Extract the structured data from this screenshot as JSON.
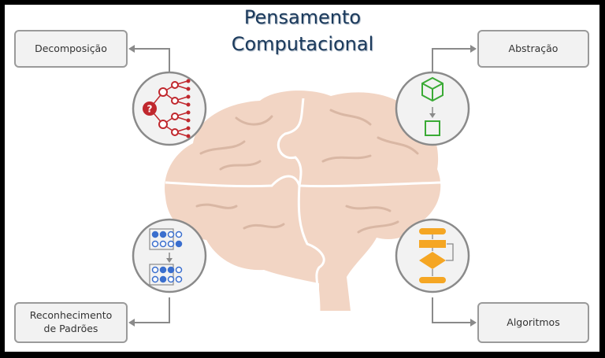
{
  "title": {
    "line1": "Pensamento",
    "line2": "Computacional"
  },
  "concepts": {
    "decomposition": "Decomposição",
    "abstraction": "Abstração",
    "pattern_line1": "Reconhecimento",
    "pattern_line2": "de Padrões",
    "algorithms": "Algoritmos"
  },
  "colors": {
    "brain": "#f2d5c4",
    "brain_lines": "#d9b7a4",
    "decomposition_red": "#c0272d",
    "abstraction_green": "#3aaa35",
    "pattern_blue": "#3b6fce",
    "algorithm_orange": "#f5a623",
    "connector_gray": "#8a8a8a",
    "circle_fill": "#f2f2f2",
    "circle_border": "#8a8a8a"
  },
  "icons": {
    "decomposition": "tree-decomposition-icon",
    "abstraction": "cube-to-square-icon",
    "pattern": "dot-grid-pattern-icon",
    "algorithm": "flowchart-icon"
  }
}
